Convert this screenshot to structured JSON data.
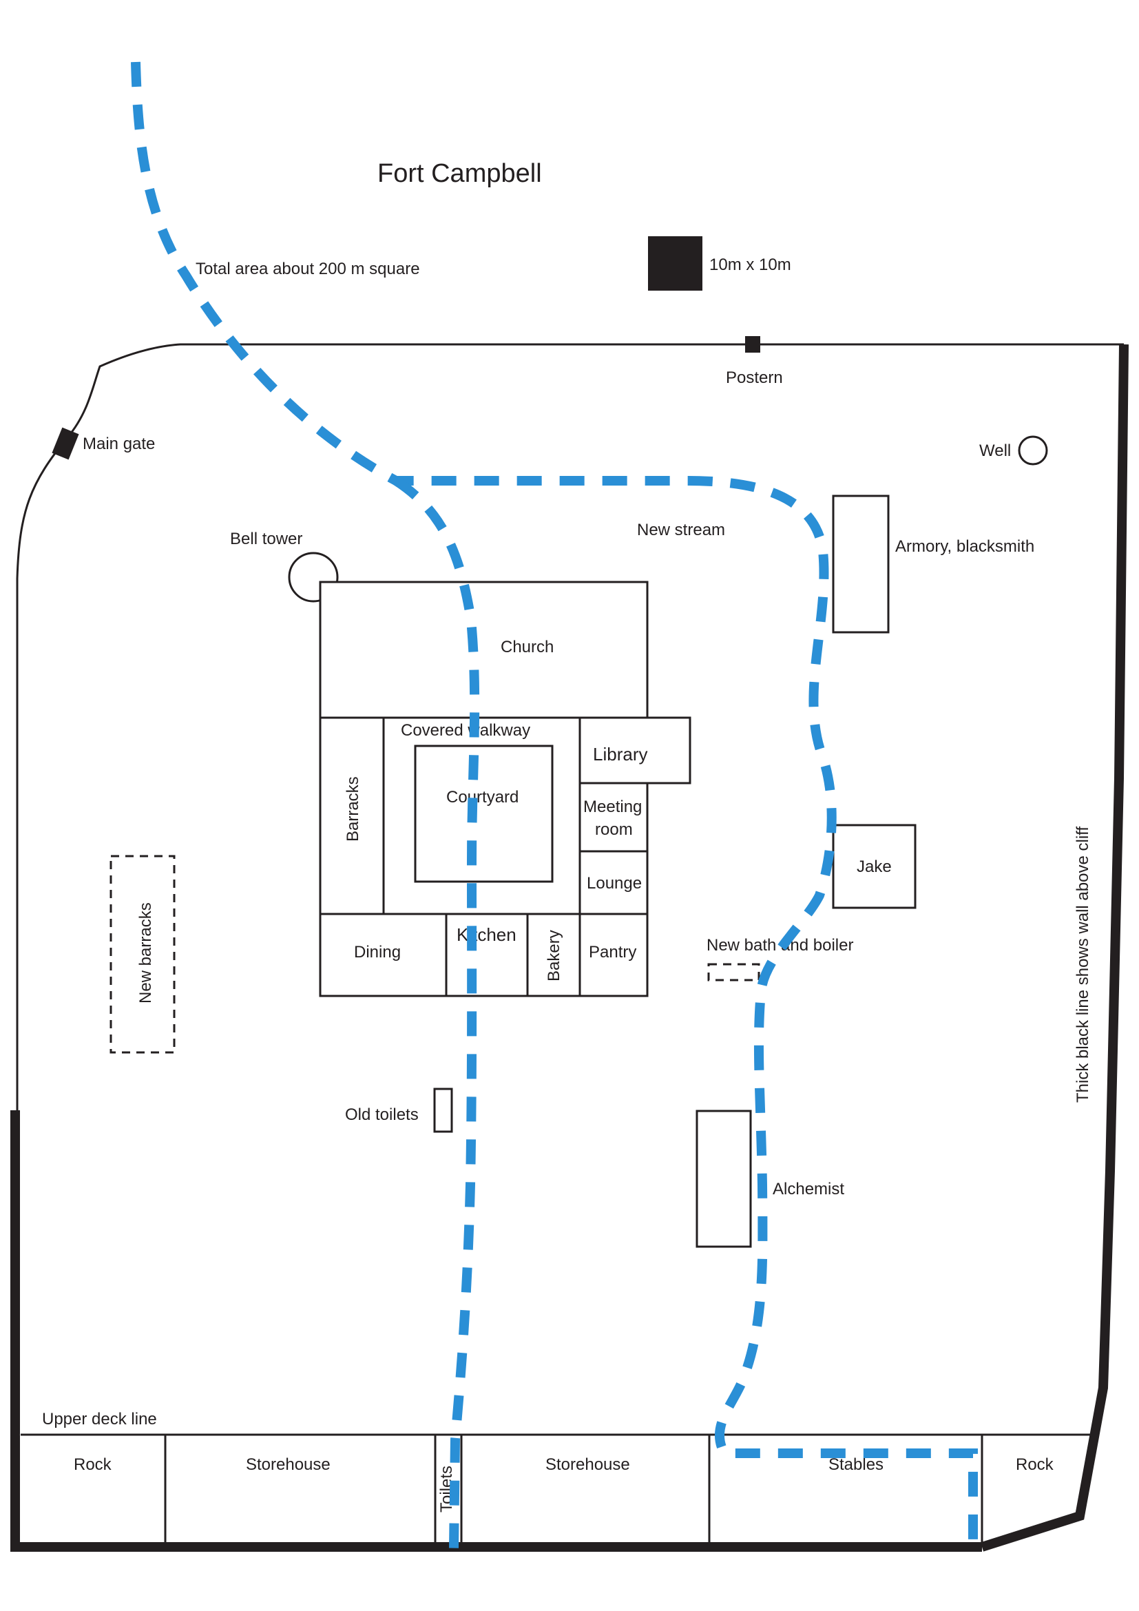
{
  "title": "Fort Campbell",
  "scale_note": "Total area about 200 m square",
  "scale_legend": "10m x 10m",
  "colors": {
    "ink": "#231f20",
    "stream": "#2a8fd6",
    "background": "#ffffff"
  },
  "wall_labels": {
    "postern": "Postern",
    "main_gate": "Main gate",
    "well": "Well",
    "bell_tower": "Bell tower",
    "new_stream": "New stream",
    "cliff_note": "Thick black line shows wall above cliff",
    "upper_deck": "Upper deck line",
    "old_toilets": "Old toilets",
    "new_bath": "New bath and boiler",
    "new_barracks": "New barracks"
  },
  "buildings": {
    "church": "Church",
    "covered_walkway": "Covered walkway",
    "courtyard": "Courtyard",
    "barracks": "Barracks",
    "library": "Library",
    "meeting_room_line1": "Meeting",
    "meeting_room_line2": "room",
    "lounge": "Lounge",
    "dining": "Dining",
    "kitchen": "Kitchen",
    "bakery": "Bakery",
    "pantry": "Pantry",
    "armory": "Armory, blacksmith",
    "jake": "Jake",
    "alchemist": "Alchemist"
  },
  "deck_rooms": {
    "rock_left": "Rock",
    "storehouse_left": "Storehouse",
    "toilets": "Toilets",
    "storehouse_right": "Storehouse",
    "stables": "Stables",
    "rock_right": "Rock"
  }
}
